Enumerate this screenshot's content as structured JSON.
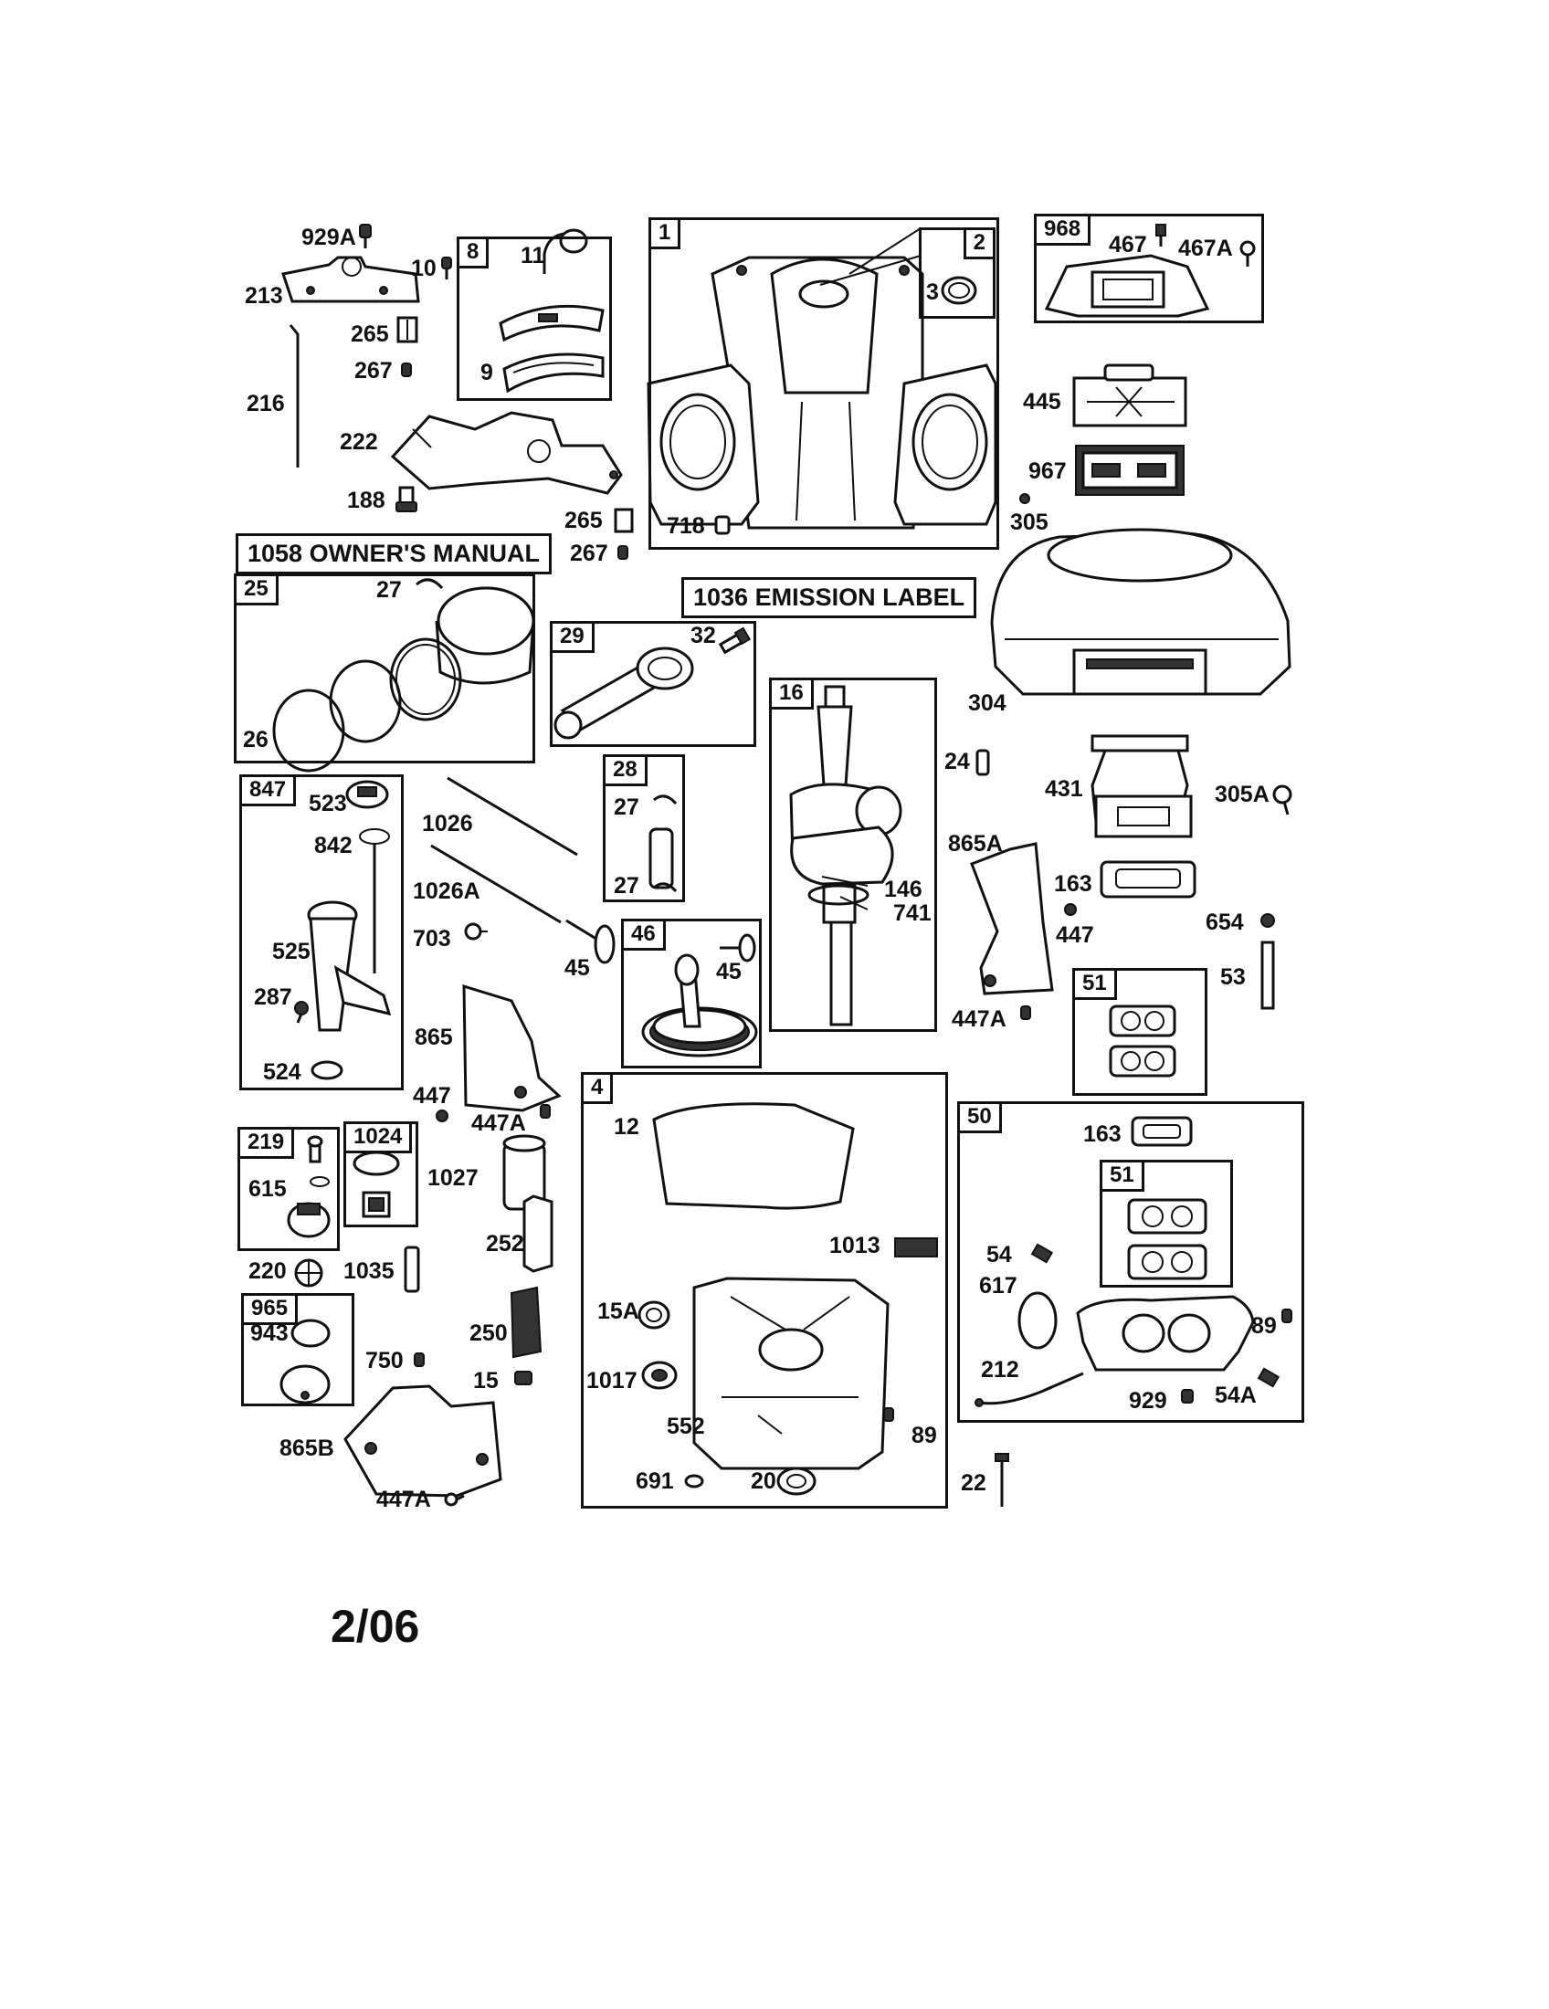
{
  "banners": {
    "owners_manual": "1058 OWNER'S MANUAL",
    "emission_label": "1036 EMISSION LABEL"
  },
  "boxes": {
    "box_8": "8",
    "box_1": "1",
    "box_2": "2",
    "box_968": "968",
    "box_25": "25",
    "box_29": "29",
    "box_16": "16",
    "box_28": "28",
    "box_847": "847",
    "box_46": "46",
    "box_51a": "51",
    "box_4": "4",
    "box_50": "50",
    "box_51b": "51",
    "box_219": "219",
    "box_1024": "1024",
    "box_965": "965"
  },
  "labels": {
    "l929A": "929A",
    "l10": "10",
    "l213": "213",
    "l11": "11",
    "l3": "3",
    "l467": "467",
    "l467A": "467A",
    "l265a": "265",
    "l267a": "267",
    "l9": "9",
    "l216": "216",
    "l445": "445",
    "l222": "222",
    "l967": "967",
    "l188": "188",
    "l305": "305",
    "l718": "718",
    "l265b": "265",
    "l267b": "267",
    "l27a": "27",
    "l32": "32",
    "l304": "304",
    "l26": "26",
    "l24": "24",
    "l431": "431",
    "l305A": "305A",
    "l523": "523",
    "l1026": "1026",
    "l27b": "27",
    "l842": "842",
    "l865A": "865A",
    "l163a": "163",
    "l1026A": "1026A",
    "l27c": "27",
    "l146": "146",
    "l741": "741",
    "l447a": "447",
    "l654": "654",
    "l703": "703",
    "l525": "525",
    "l45a": "45",
    "l45b": "45",
    "l53": "53",
    "l287": "287",
    "l447Aa": "447A",
    "l865": "865",
    "l524": "524",
    "l447b": "447",
    "l447Ab": "447A",
    "l12": "12",
    "l163b": "163",
    "l615": "615",
    "l1027": "1027",
    "l252": "252",
    "l1013": "1013",
    "l54": "54",
    "l220": "220",
    "l1035": "1035",
    "l617": "617",
    "l15A": "15A",
    "l943": "943",
    "l250": "250",
    "l89a": "89",
    "l750": "750",
    "l212": "212",
    "l1017": "1017",
    "l15": "15",
    "l929": "929",
    "l54A": "54A",
    "l552": "552",
    "l89b": "89",
    "l865B": "865B",
    "l691": "691",
    "l20": "20",
    "l22": "22",
    "l447Ac": "447A"
  },
  "footer": "2/06"
}
